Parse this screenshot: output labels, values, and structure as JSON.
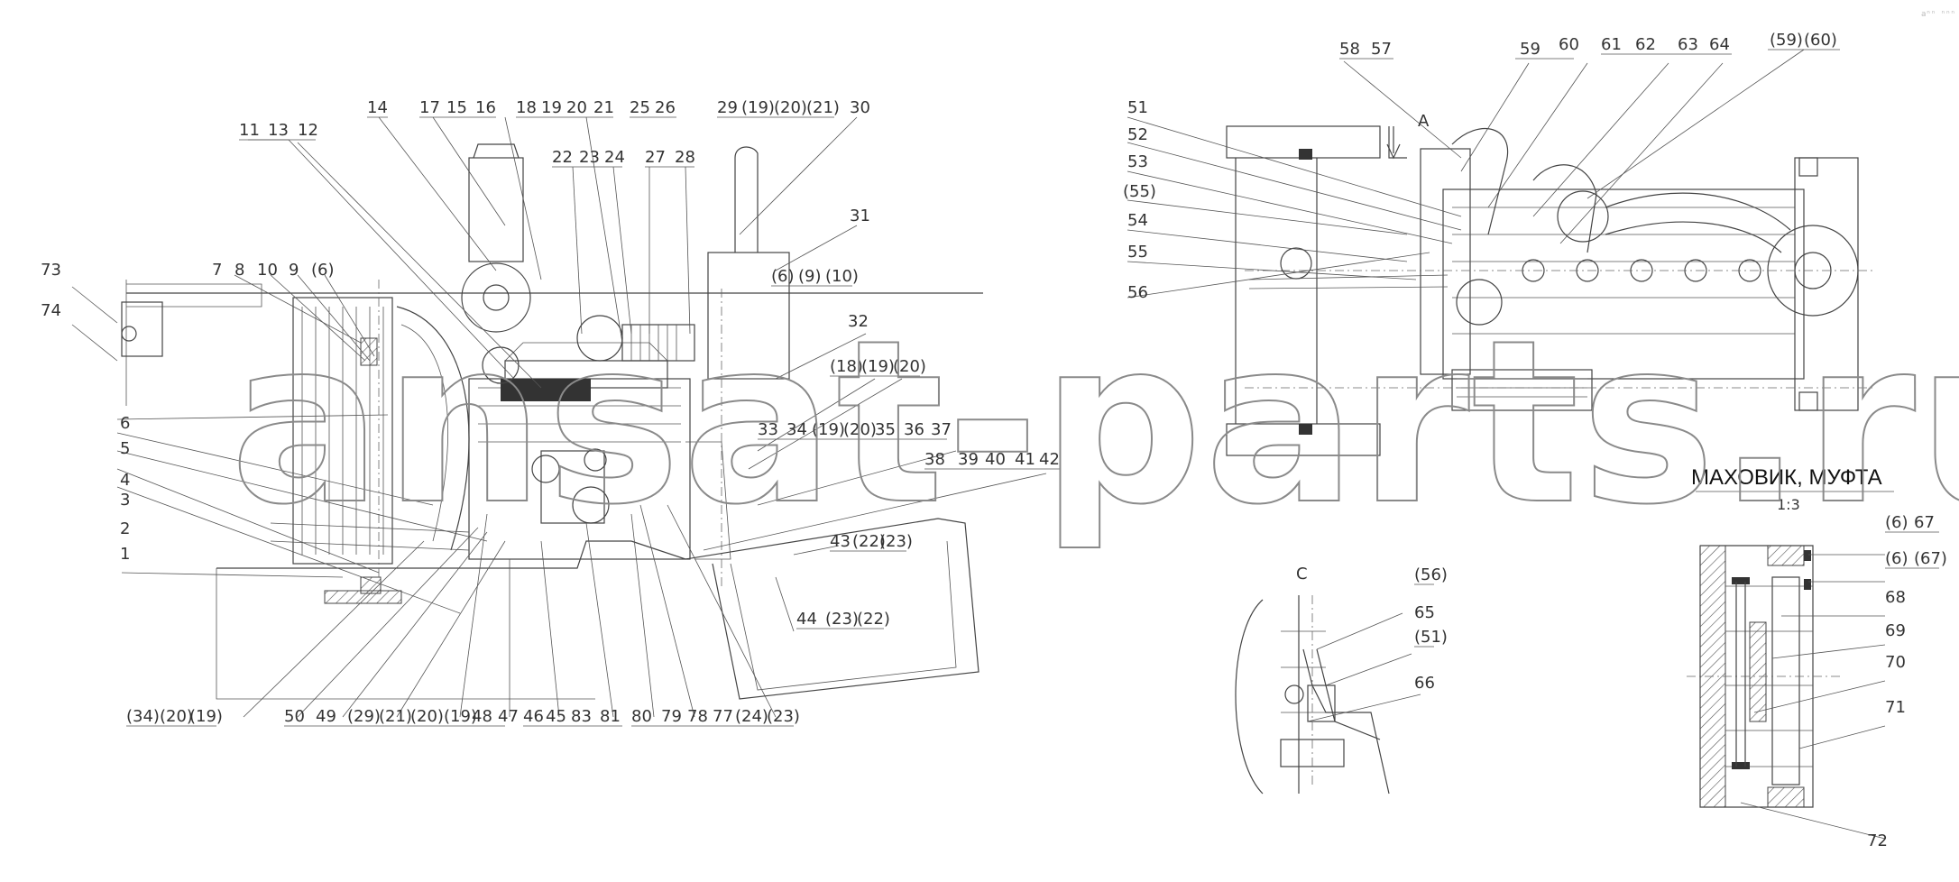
{
  "labels": {
    "n1": "1",
    "n2": "2",
    "n3": "3",
    "n4": "4",
    "n5": "5",
    "n6": "6",
    "n7": "7",
    "n8": "8",
    "n9": "9",
    "n10": "10",
    "n11": "11",
    "n12": "12",
    "n13": "13",
    "n14": "14",
    "n15": "15",
    "n16": "16",
    "n17": "17",
    "n18": "18",
    "n19": "19",
    "n20": "20",
    "n21": "21",
    "n22": "22",
    "n23": "23",
    "n24": "24",
    "n25": "25",
    "n26": "26",
    "n27": "27",
    "n28": "28",
    "n29": "29",
    "r19": "(19)",
    "r20": "(20)",
    "r21": "(21)",
    "n30": "30",
    "n31": "31",
    "n32": "32",
    "r6": "(6)",
    "r9": "(9)",
    "r10": "(10)",
    "r18": "(18)",
    "r19b": "(19)",
    "r20b": "(20)",
    "n33": "33",
    "n34": "34",
    "r19c": "(19)",
    "r20c": "(20)",
    "n35": "35",
    "n36": "36",
    "n37": "37",
    "n38": "38",
    "n39": "39",
    "n40": "40",
    "n41": "41",
    "n42": "42",
    "n43": "43",
    "r22": "(22)",
    "r23": "(23)",
    "n44": "44",
    "r23b": "(23)",
    "r22b": "(22)",
    "b34": "(34)",
    "b20": "(20)",
    "b19": "(19)",
    "n50": "50",
    "n49": "49",
    "b29": "(29)",
    "b21": "(21)",
    "b20b": "(20)",
    "b19b": "(19)",
    "n48": "48",
    "n47": "47",
    "n46": "46",
    "n45": "45",
    "n83": "83",
    "n81": "81",
    "n80": "80",
    "n79": "79",
    "n78": "78",
    "n77": "77",
    "b24": "(24)",
    "b23": "(23)",
    "n73": "73",
    "n74": "74",
    "r6d": "(6)",
    "n51": "51",
    "n52": "52",
    "n53": "53",
    "r55": "(55)",
    "n54": "54",
    "n55": "55",
    "n56": "56",
    "n57": "57",
    "n58": "58",
    "n59": "59",
    "n60": "60",
    "n61": "61",
    "n62": "62",
    "n63": "63",
    "n64": "64",
    "r59": "(59)",
    "r60": "(60)",
    "viewA": "A",
    "viewC": "C",
    "r56": "(56)",
    "n65": "65",
    "r51": "(51)",
    "n66": "66",
    "r6e": "(6)",
    "n67": "67",
    "r6f": "(6)",
    "r67": "(67)",
    "n68": "68",
    "n69": "69",
    "n70": "70",
    "n71": "71",
    "n72": "72"
  },
  "section_title": "МАХОВИК, МУФТА",
  "section_scale": "1:3",
  "watermark": "ansat-parts.ru",
  "corner_mark": "aⁿⁿ ⁿⁿⁿ",
  "colors": {
    "line": "#444444",
    "watermark_stroke": "#8a8a8a",
    "background": "#ffffff"
  }
}
